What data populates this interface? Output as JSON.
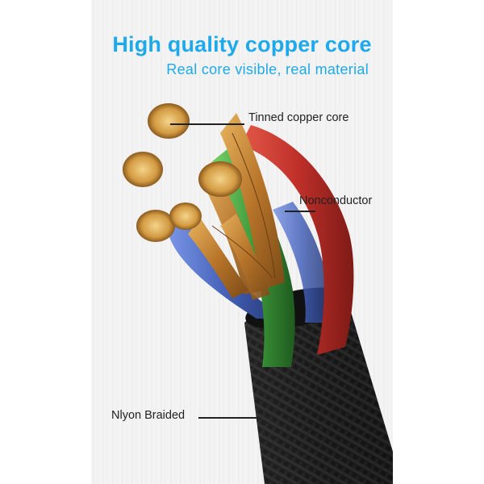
{
  "header": {
    "title": "High quality copper core",
    "subtitle": "Real core visible, real material"
  },
  "callouts": {
    "copper_core": "Tinned copper core",
    "nonconductor": "Nonconductor",
    "braided": "Nlyon Braided"
  },
  "colors": {
    "accent": "#1ea9ea",
    "wire_red": "#c93a2c",
    "wire_green": "#3f9a3a",
    "wire_blue": "#3d5fb0",
    "copper": "#c8862f",
    "braid": "#1c1c1c"
  }
}
